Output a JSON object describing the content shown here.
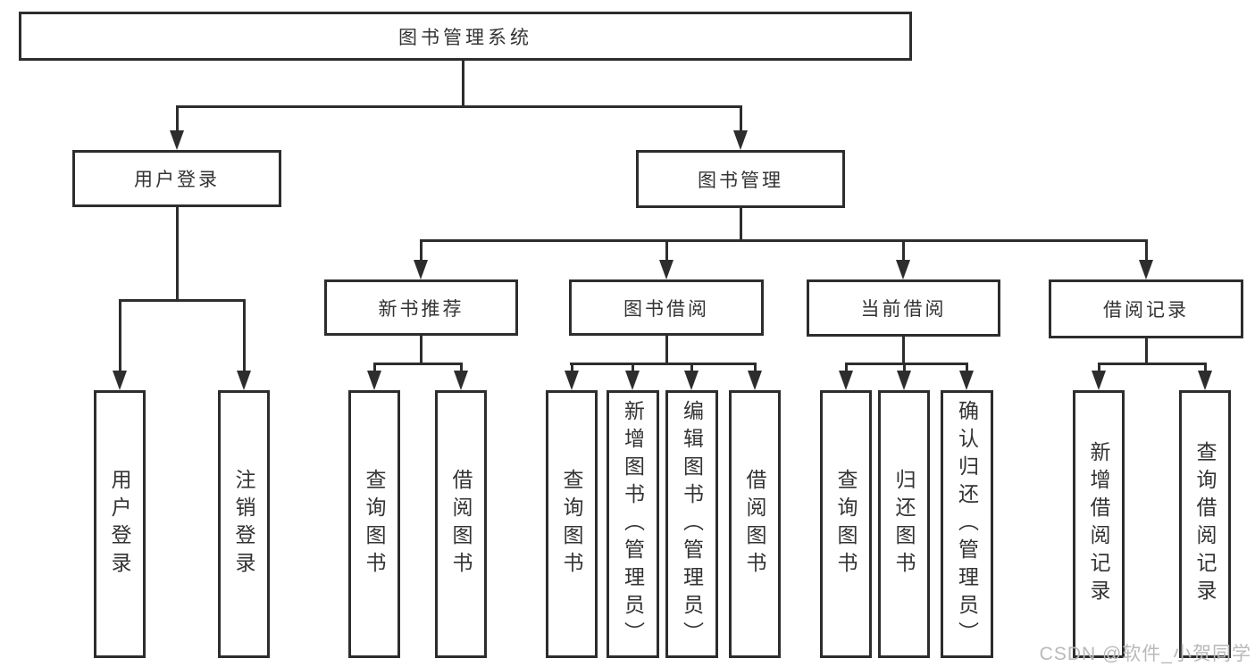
{
  "tree": {
    "label": "图书管理系统",
    "children": [
      {
        "label": "用户登录",
        "children": [
          {
            "label": "用户登录"
          },
          {
            "label": "注销登录"
          }
        ]
      },
      {
        "label": "图书管理",
        "children": [
          {
            "label": "新书推荐",
            "children": [
              {
                "label": "查询图书"
              },
              {
                "label": "借阅图书"
              }
            ]
          },
          {
            "label": "图书借阅",
            "children": [
              {
                "label": "查询图书"
              },
              {
                "label": "新增图书（管理员）"
              },
              {
                "label": "编辑图书（管理员）"
              },
              {
                "label": "借阅图书"
              }
            ]
          },
          {
            "label": "当前借阅",
            "children": [
              {
                "label": "查询图书"
              },
              {
                "label": "归还图书"
              },
              {
                "label": "确认归还（管理员）"
              }
            ]
          },
          {
            "label": "借阅记录",
            "children": [
              {
                "label": "新增借阅记录"
              },
              {
                "label": "查询借阅记录"
              }
            ]
          }
        ]
      }
    ]
  },
  "watermark": {
    "text": "CSDN @软件_小贺同学"
  },
  "colors": {
    "line": "#2d2d2d",
    "text": "#333333",
    "background": "#ffffff",
    "watermark": "#b9b9b9"
  }
}
